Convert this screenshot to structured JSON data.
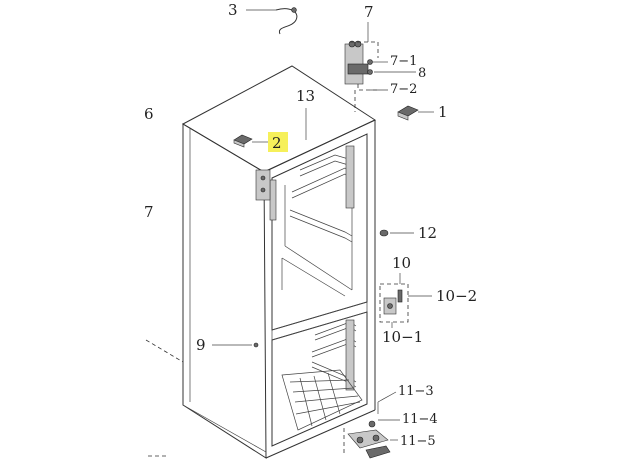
{
  "callouts": {
    "c3": "3",
    "c7": "7",
    "c7_1": "7−1",
    "c8": "8",
    "c7_2": "7−2",
    "c6": "6",
    "c13": "13",
    "c1": "1",
    "c2": "2",
    "c7_side": "7",
    "c12": "12",
    "c10": "10",
    "c10_2": "10−2",
    "c10_1": "10−1",
    "c9": "9",
    "c11_3": "11−3",
    "c11_4": "11−4",
    "c11_5": "11−5"
  },
  "highlight_color": "#f6f05a"
}
